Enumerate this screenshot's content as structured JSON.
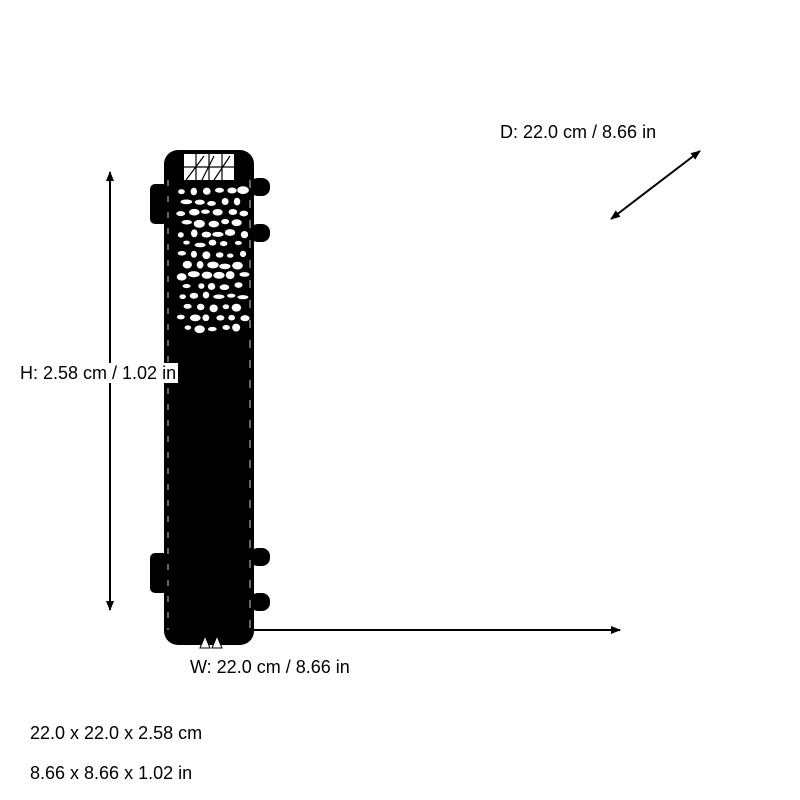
{
  "dimensions": {
    "depth_label": "D: 22.0 cm / 8.66 in",
    "height_label": "H: 2.58 cm / 1.02 in",
    "width_label": "W: 22.0 cm / 8.66 in",
    "summary_cm": "22.0 x 22.0 x 2.58 cm",
    "summary_in": "8.66 x 8.66 x 1.02 in"
  },
  "colors": {
    "line": "#000000",
    "background": "#ffffff"
  }
}
